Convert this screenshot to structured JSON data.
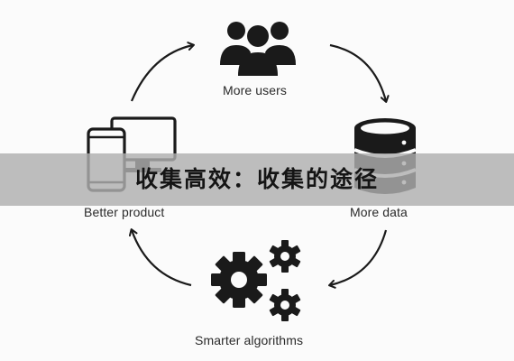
{
  "diagram": {
    "nodes": [
      {
        "id": "users",
        "label": "More users",
        "icon": "users-group-icon"
      },
      {
        "id": "data",
        "label": "More data",
        "icon": "database-icon"
      },
      {
        "id": "algorithms",
        "label": "Smarter algorithms",
        "icon": "gears-icon"
      },
      {
        "id": "product",
        "label": "Better product",
        "icon": "devices-icon"
      }
    ],
    "cycle": [
      "users",
      "data",
      "algorithms",
      "product",
      "users"
    ]
  },
  "banner": {
    "text": "收集高效：收集的途径"
  }
}
